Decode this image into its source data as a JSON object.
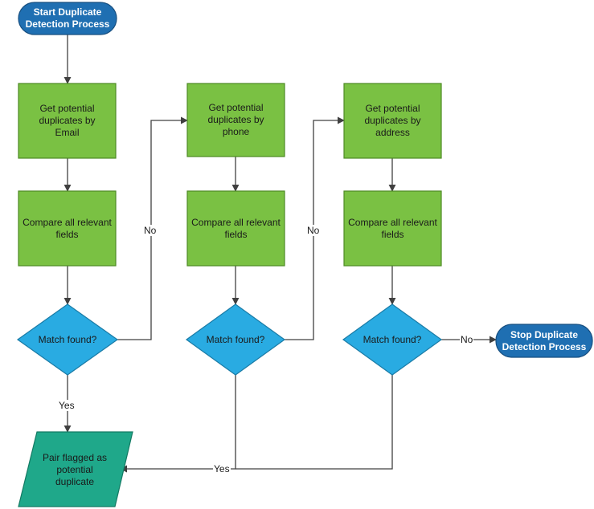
{
  "nodes": {
    "start": "Start Duplicate Detection Process",
    "email": "Get potential duplicates by Email",
    "compare1": "Compare all relevant fields",
    "match1": "Match found?",
    "phone": "Get potential duplicates by phone",
    "compare2": "Compare all relevant fields",
    "match2": "Match found?",
    "address": "Get potential duplicates by address",
    "compare3": "Compare all relevant fields",
    "match3": "Match found?",
    "flagged": "Pair flagged as potential duplicate",
    "stop": "Stop Duplicate Detection Process"
  },
  "edge_labels": {
    "no1": "No",
    "no2": "No",
    "no3": "No",
    "yes1": "Yes",
    "yes2": "Yes"
  },
  "colors": {
    "terminal_fill": "#1F6FB2",
    "process_fill": "#7AC143",
    "decision_fill": "#29ABE2",
    "output_fill": "#1FA88A",
    "line": "#404040"
  }
}
